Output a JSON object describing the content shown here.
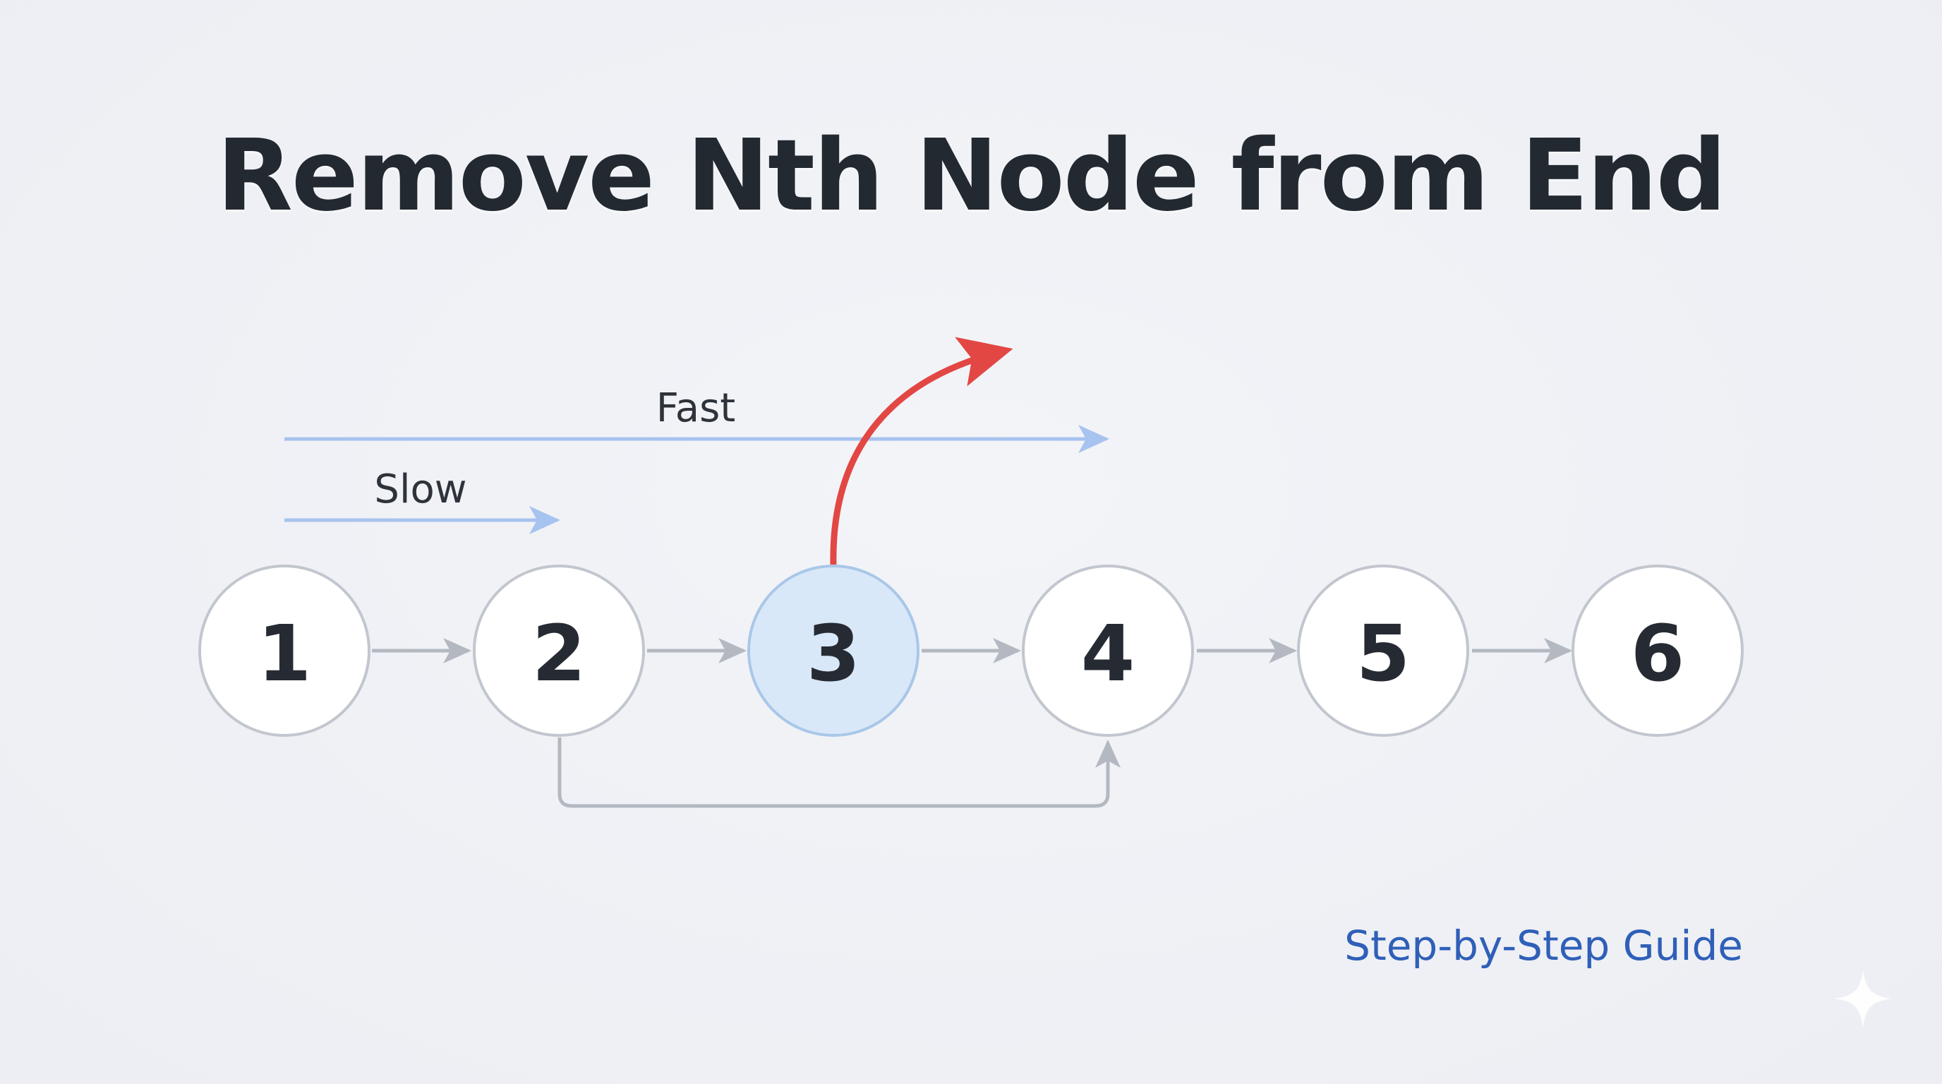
{
  "title": "Remove Nth Node from End",
  "nodes": [
    {
      "label": "1",
      "highlighted": false
    },
    {
      "label": "2",
      "highlighted": false
    },
    {
      "label": "3",
      "highlighted": true
    },
    {
      "label": "4",
      "highlighted": false
    },
    {
      "label": "5",
      "highlighted": false
    },
    {
      "label": "6",
      "highlighted": false
    }
  ],
  "pointers": {
    "fast": {
      "label": "Fast"
    },
    "slow": {
      "label": "Slow"
    }
  },
  "bypass_link": {
    "from": "2",
    "to": "4"
  },
  "removed_node": "3",
  "footer": {
    "guide_label": "Step-by-Step Guide"
  },
  "colors": {
    "background": "#eef0f4",
    "title": "#232931",
    "node_fill": "#ffffff",
    "node_stroke": "#c2c6ce",
    "highlight_fill": "#d9e8f9",
    "link_arrow": "#b3b8c1",
    "pointer_arrow": "#a7c3ef",
    "remove_arrow": "#e24744",
    "guide_text": "#2f5fb8"
  },
  "icons": {
    "corner": "sparkle-icon"
  }
}
